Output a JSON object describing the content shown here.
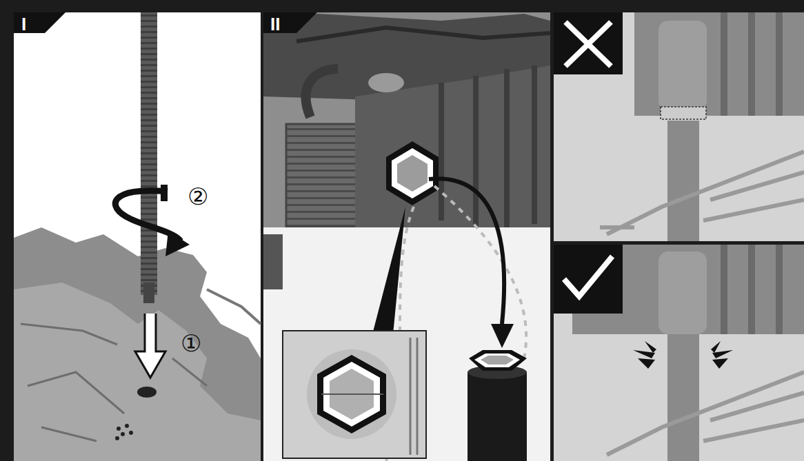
{
  "diagram": {
    "labels": [
      "I",
      "②",
      "①",
      "II"
    ]
  }
}
